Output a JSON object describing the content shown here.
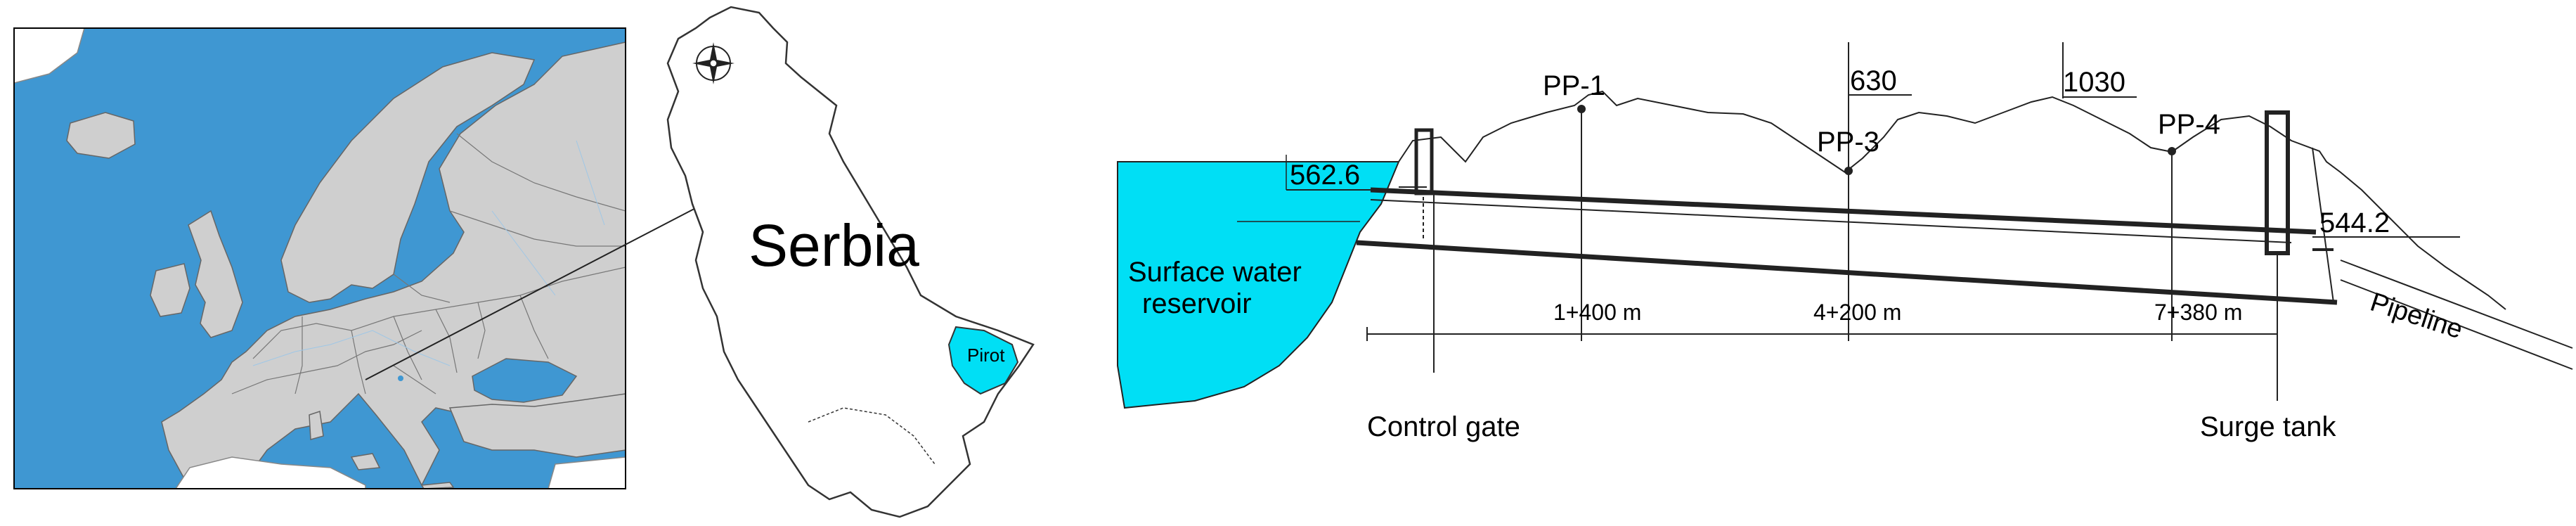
{
  "europe_map": {
    "colors": {
      "sea": "#3f97d2",
      "land": "#cfcfcf",
      "outside_land": "#ffffff",
      "border": "#555555"
    }
  },
  "serbia_map": {
    "country_label": "Serbia",
    "region_label": "Pirot",
    "colors": {
      "fill": "#ffffff",
      "outline": "#333333",
      "region_fill": "#00dff5"
    },
    "compass": "compass-rose-icon"
  },
  "profile": {
    "reservoir_label_line1": "Surface water",
    "reservoir_label_line2": "reservoir",
    "reservoir_level": "562.6",
    "surge_level": "544.2",
    "points": [
      "PP-1",
      "PP-3",
      "PP-4"
    ],
    "peaks": [
      "630",
      "1030"
    ],
    "chainages": [
      "1+400 m",
      "4+200 m",
      "7+380 m"
    ],
    "control_gate_label": "Control gate",
    "surge_tank_label": "Surge tank",
    "pipeline_label": "Pipeline",
    "colors": {
      "water": "#00dff5",
      "line": "#222222"
    }
  }
}
